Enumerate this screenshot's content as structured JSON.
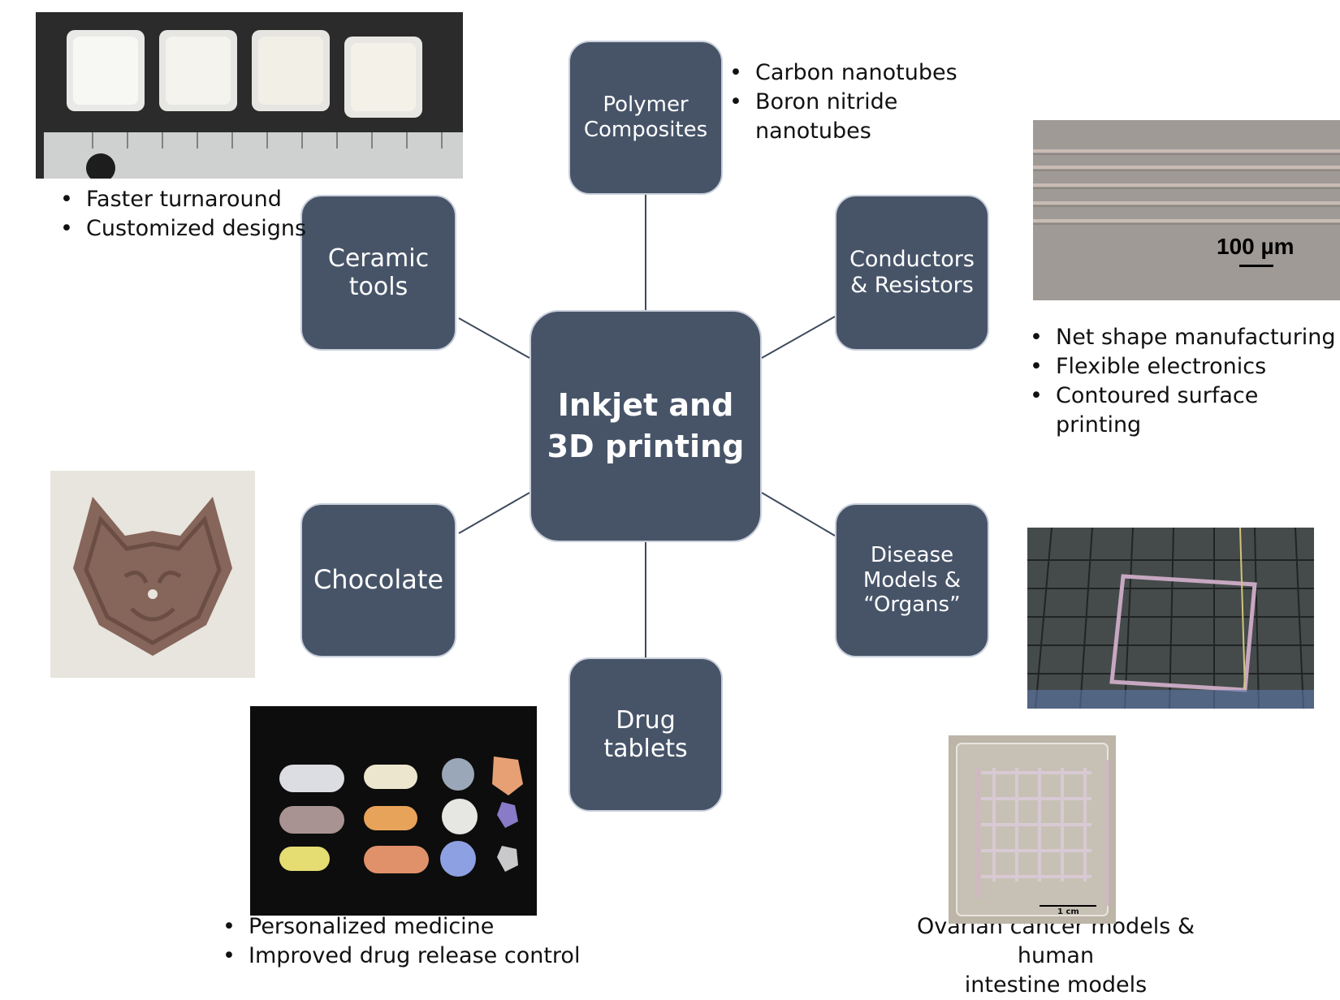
{
  "center": {
    "line1": "Inkjet and",
    "line2": "3D printing"
  },
  "nodes": {
    "polymer": {
      "line1": "Polymer",
      "line2": "Composites"
    },
    "ceramic": {
      "line1": "Ceramic",
      "line2": "tools"
    },
    "conductors": {
      "line1": "Conductors",
      "line2": "& Resistors"
    },
    "chocolate": {
      "line1": "Chocolate"
    },
    "disease": {
      "line1": "Disease",
      "line2": "Models &",
      "line3": "“Organs”"
    },
    "drug": {
      "line1": "Drug",
      "line2": "tablets"
    }
  },
  "bullets": {
    "polymer": [
      "Carbon nanotubes",
      "Boron nitride",
      "nanotubes"
    ],
    "ceramic": [
      "Faster turnaround",
      "Customized designs"
    ],
    "conductors": [
      "Net shape manufacturing",
      "Flexible electronics",
      "Contoured surface printing"
    ],
    "drug": [
      "Personalized medicine",
      "Improved drug release control"
    ]
  },
  "captions": {
    "organs_line1": "Ovarian cancer models & human",
    "organs_line2": "intestine models"
  },
  "image_labels": {
    "scale_100um": "100 µm",
    "scale_1cm": "1 cm"
  },
  "colors": {
    "node_fill": "#475468",
    "node_border": "#c9d0dc",
    "connector": "#3e4a5c"
  }
}
